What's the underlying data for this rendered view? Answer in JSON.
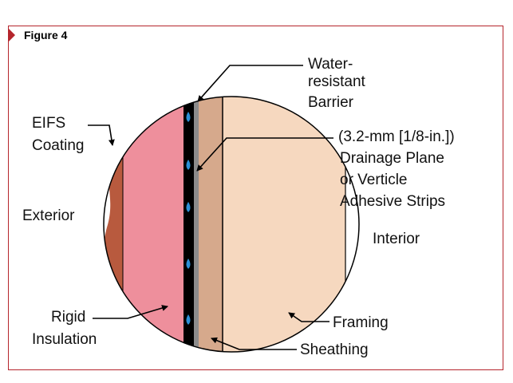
{
  "figure": {
    "title": "Figure 4"
  },
  "labels": {
    "water_barrier_1": "Water-",
    "water_barrier_2": "resistant",
    "water_barrier_3": "Barrier",
    "eifs_1": "EIFS",
    "eifs_2": "Coating",
    "drain_1": "(3.2-mm [1/8-in.])",
    "drain_2": "Drainage Plane",
    "drain_3": "or Verticle",
    "drain_4": "Adhesive Strips",
    "exterior": "Exterior",
    "interior": "Interior",
    "rigid_1": "Rigid",
    "rigid_2": "Insulation",
    "framing": "Framing",
    "sheathing": "Sheathing"
  },
  "colors": {
    "accent": "#b5252c",
    "insulation": "#ee8f9c",
    "eifs_coating": "#b85a3e",
    "sheathing": "#d6a98c",
    "framing": "#f6d8bf",
    "barrier": "#000000",
    "drainage_strip": "#8c8c8c",
    "water_drop": "#2b8fd6"
  }
}
